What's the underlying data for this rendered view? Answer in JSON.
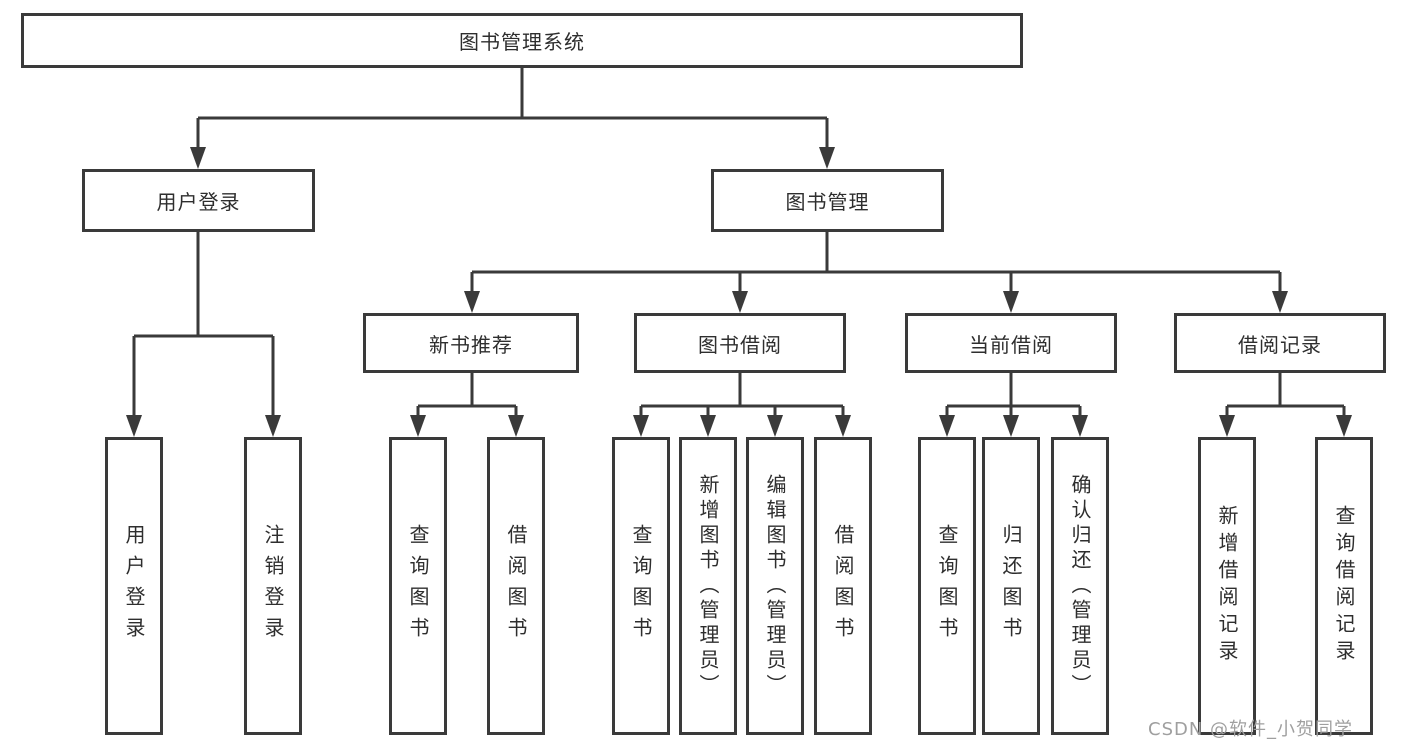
{
  "root": {
    "label": "图书管理系统",
    "children": [
      {
        "label": "用户登录",
        "children": [
          {
            "label": "用户登录"
          },
          {
            "label": "注销登录"
          }
        ]
      },
      {
        "label": "图书管理",
        "children": [
          {
            "label": "新书推荐",
            "children": [
              {
                "label": "查询图书"
              },
              {
                "label": "借阅图书"
              }
            ]
          },
          {
            "label": "图书借阅",
            "children": [
              {
                "label": "查询图书"
              },
              {
                "label": "新增图书（管理员）"
              },
              {
                "label": "编辑图书（管理员）"
              },
              {
                "label": "借阅图书"
              }
            ]
          },
          {
            "label": "当前借阅",
            "children": [
              {
                "label": "查询图书"
              },
              {
                "label": "归还图书"
              },
              {
                "label": "确认归还（管理员）"
              }
            ]
          },
          {
            "label": "借阅记录",
            "children": [
              {
                "label": "新增借阅记录"
              },
              {
                "label": "查询借阅记录"
              }
            ]
          }
        ]
      }
    ]
  },
  "watermark": "CSDN @软件_小贺同学",
  "colors": {
    "line": "#3a3a3a",
    "text": "#2e2e2e",
    "watermark": "#9f9f9f",
    "background": "#ffffff"
  }
}
